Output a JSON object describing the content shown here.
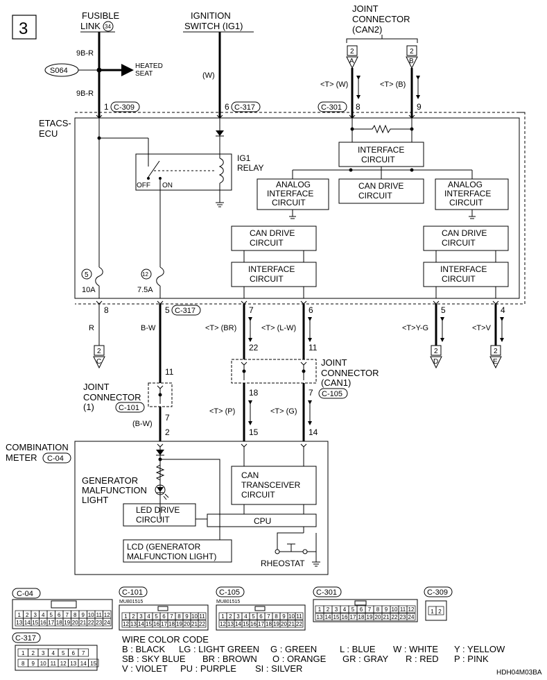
{
  "page_number": "3",
  "top": {
    "fusible_link": [
      "FUSIBLE",
      "LINK"
    ],
    "fusible_link_no": "34",
    "ignition_switch": [
      "IGNITION",
      "SWITCH (IG1)"
    ],
    "joint_connector_can2": [
      "JOINT",
      "CONNECTOR",
      "(CAN2)"
    ]
  },
  "wires": {
    "w9br_a": "9B-R",
    "w9br_b": "9B-R",
    "s064": "S064",
    "heated_seat": [
      "HEATED",
      "SEAT"
    ],
    "w_ign": "(W)",
    "t_w": "<T> (W)",
    "t_b": "<T> (B)",
    "t_br": "<T> (BR)",
    "t_lw": "<T> (L-W)",
    "t_yg": "<T>Y-G",
    "t_v": "<T>V",
    "r": "R",
    "bw": "B-W",
    "bw_paren": "(B-W)",
    "t_p": "<T> (P)",
    "t_g": "<T> (G)"
  },
  "connectors": {
    "c309": "C-309",
    "c317": "C-317",
    "c301": "C-301",
    "c101": "C-101",
    "c105": "C-105",
    "c04": "C-04"
  },
  "pins": {
    "p1": "1",
    "p6": "6",
    "p8a": "8",
    "p9": "9",
    "p8b": "8",
    "p5a": "5",
    "p7a": "7",
    "p6b": "6",
    "p5b": "5",
    "p4": "4",
    "p22": "22",
    "p11a": "11",
    "p11b": "11",
    "p7b": "7",
    "p2": "2",
    "p18": "18",
    "p7c": "7",
    "p15": "15",
    "p14": "14"
  },
  "etacs": {
    "label": [
      "ETACS-",
      "ECU"
    ],
    "ig1_relay": [
      "IG1",
      "RELAY"
    ],
    "off": "OFF",
    "on": "ON",
    "interface_circuit": [
      "INTERFACE",
      "CIRCUIT"
    ],
    "analog_interface": [
      "ANALOG",
      "INTERFACE",
      "CIRCUIT"
    ],
    "can_drive": [
      "CAN DRIVE",
      "CIRCUIT"
    ],
    "fuse5": "5",
    "fuse12": "12",
    "amp10": "10A",
    "amp75": "7.5A"
  },
  "off_page": {
    "a": "A",
    "b": "B",
    "c": "C",
    "d": "D",
    "e": "E",
    "two": "2"
  },
  "joint_can1": [
    "JOINT",
    "CONNECTOR",
    "(CAN1)"
  ],
  "joint_1": [
    "JOINT",
    "CONNECTOR",
    "(1)"
  ],
  "meter": {
    "label": [
      "COMBINATION",
      "METER"
    ],
    "gen_light": [
      "GENERATOR",
      "MALFUNCTION",
      "LIGHT"
    ],
    "can_transceiver": [
      "CAN",
      "TRANSCEIVER",
      "CIRCUIT"
    ],
    "led_drive": [
      "LED DRIVE",
      "CIRCUIT"
    ],
    "cpu": "CPU",
    "lcd": [
      "LCD (GENERATOR",
      "MALFUNCTION LIGHT)"
    ],
    "rheostat": "RHEOSTAT"
  },
  "connector_views": {
    "mu1": "MU801515",
    "mu2": "MU801515",
    "c04_row1": [
      "1",
      "2",
      "3",
      "4",
      "5",
      "6",
      "7",
      "8",
      "9",
      "10",
      "11",
      "12"
    ],
    "c04_row2": [
      "13",
      "14",
      "15",
      "16",
      "17",
      "18",
      "19",
      "20",
      "21",
      "22",
      "23",
      "24"
    ],
    "c101_row1": [
      "1",
      "2",
      "3",
      "4",
      "5",
      "6",
      "7",
      "8",
      "9",
      "10",
      "11"
    ],
    "c101_row2": [
      "12",
      "13",
      "14",
      "15",
      "16",
      "17",
      "18",
      "19",
      "20",
      "21",
      "22"
    ],
    "c105_row1": [
      "1",
      "2",
      "3",
      "4",
      "5",
      "6",
      "7",
      "8",
      "9",
      "10",
      "11"
    ],
    "c105_row2": [
      "12",
      "13",
      "14",
      "15",
      "16",
      "17",
      "18",
      "19",
      "20",
      "21",
      "22"
    ],
    "c301_row1": [
      "1",
      "2",
      "3",
      "4",
      "5",
      "6",
      "7",
      "8",
      "9",
      "10",
      "11",
      "12"
    ],
    "c301_row2": [
      "13",
      "14",
      "15",
      "16",
      "17",
      "18",
      "19",
      "20",
      "21",
      "22",
      "23",
      "24"
    ],
    "c309": [
      "1",
      "2"
    ],
    "c317_row1": [
      "1",
      "2",
      "3",
      "4",
      "5",
      "6",
      "7"
    ],
    "c317_row2": [
      "8",
      "9",
      "10",
      "11",
      "12",
      "13",
      "14",
      "15"
    ]
  },
  "wire_color_code": {
    "title": "WIRE COLOR CODE",
    "lines": [
      [
        "B : BLACK",
        "LG : LIGHT GREEN",
        "G : GREEN",
        "L : BLUE",
        "W : WHITE",
        "Y : YELLOW"
      ],
      [
        "SB : SKY BLUE",
        "BR : BROWN",
        "O : ORANGE",
        "GR : GRAY",
        "R : RED",
        "P : PINK"
      ],
      [
        "V : VIOLET",
        "PU : PURPLE",
        "SI : SILVER"
      ]
    ]
  },
  "figure_code": "HDH04M03BA"
}
